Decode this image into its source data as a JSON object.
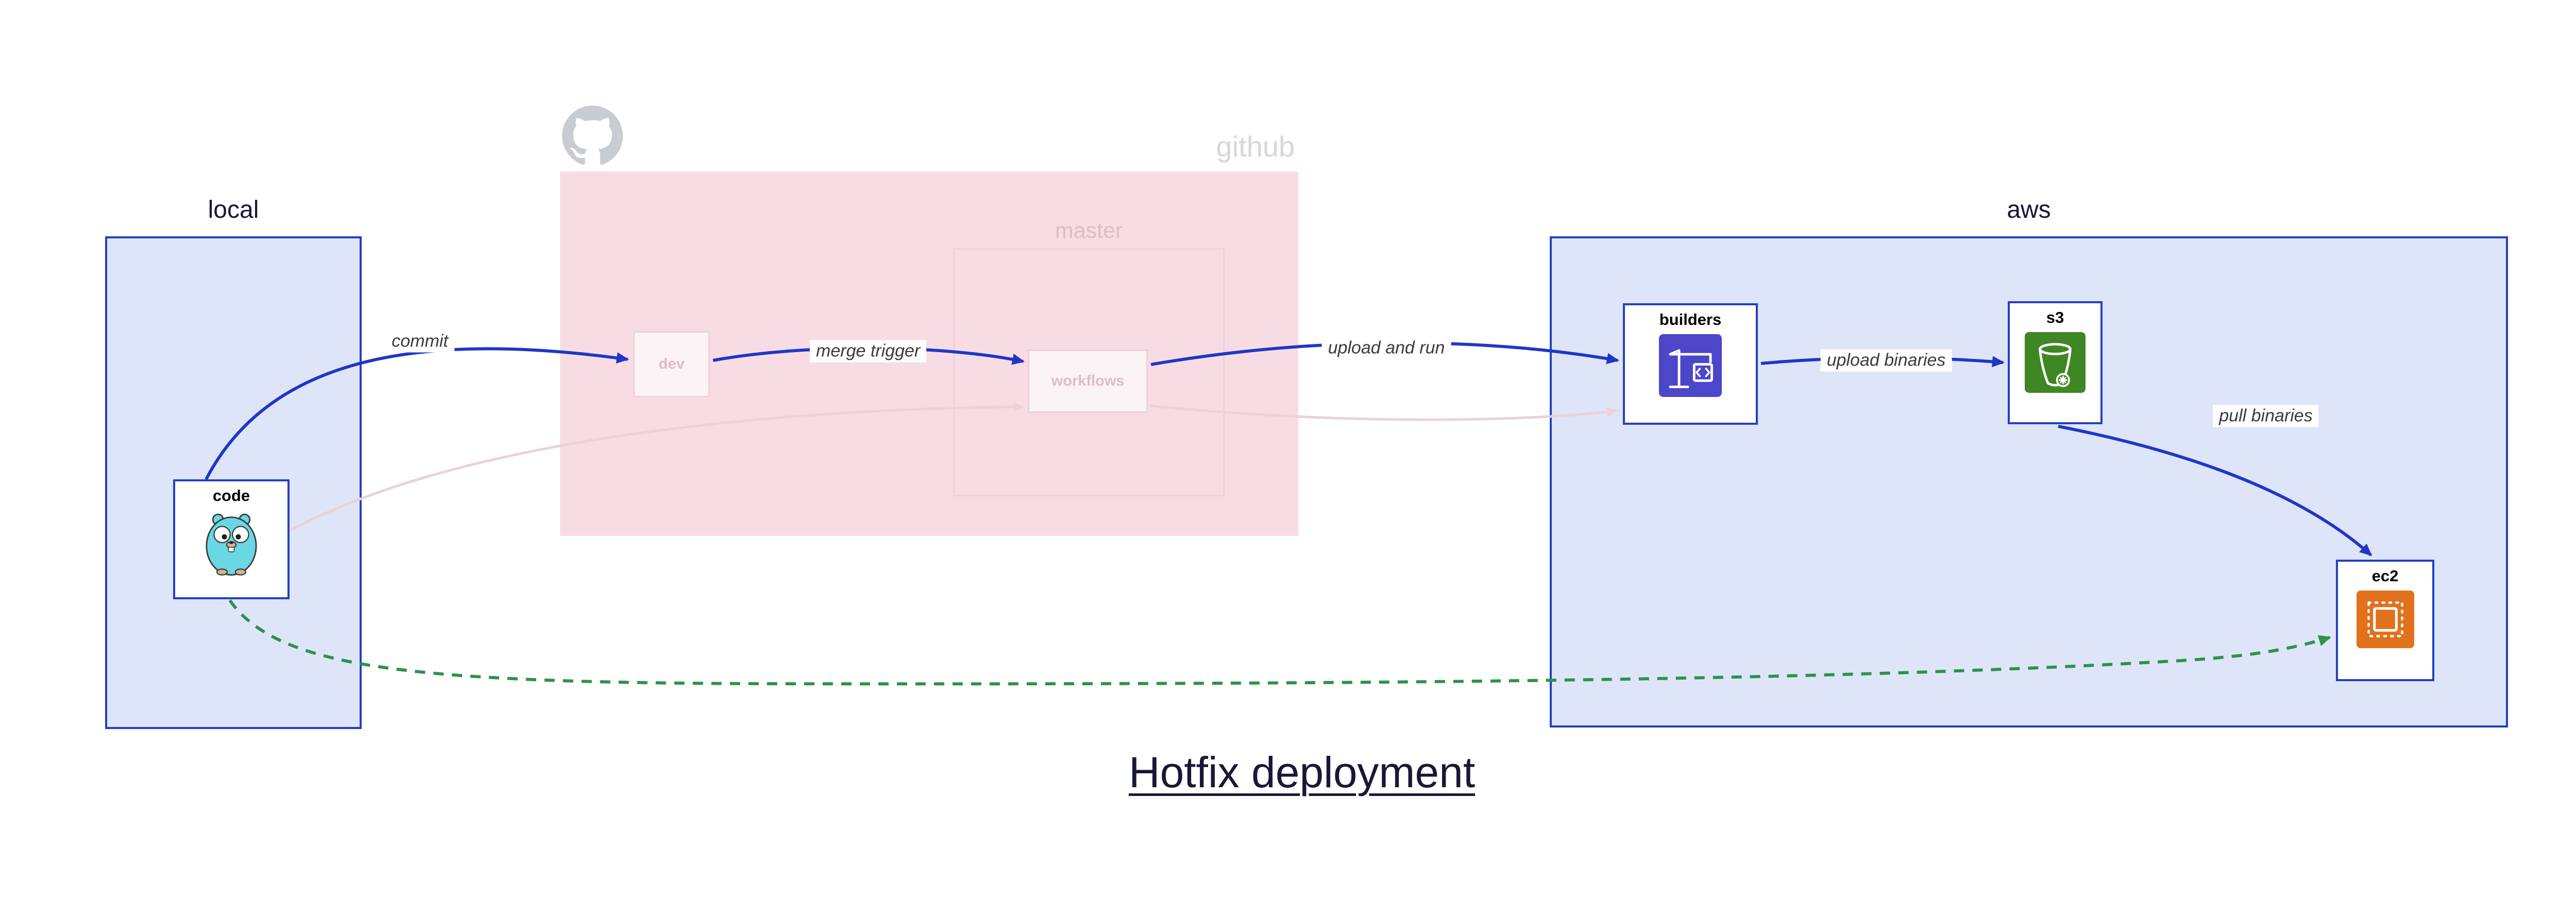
{
  "title": "Hotfix deployment",
  "containers": {
    "local": {
      "label": "local"
    },
    "github": {
      "label": "github"
    },
    "master": {
      "label": "master"
    },
    "aws": {
      "label": "aws"
    }
  },
  "nodes": {
    "code": {
      "label": "code",
      "icon": "gopher-icon"
    },
    "dev": {
      "label": "dev"
    },
    "workflows": {
      "label": "workflows"
    },
    "builders": {
      "label": "builders",
      "icon": "codebuild-crane-icon"
    },
    "s3": {
      "label": "s3",
      "icon": "s3-bucket-icon"
    },
    "ec2": {
      "label": "ec2",
      "icon": "ec2-chip-icon"
    }
  },
  "edges": {
    "commit": {
      "label": "commit",
      "style": "solid-blue"
    },
    "merge_trigger": {
      "label": "merge trigger",
      "style": "solid-blue"
    },
    "upload_and_run": {
      "label": "upload and run",
      "style": "solid-blue"
    },
    "upload_binaries": {
      "label": "upload binaries",
      "style": "solid-blue"
    },
    "pull_binaries": {
      "label": "pull binaries",
      "style": "solid-blue"
    },
    "hotfix_path": {
      "label": "",
      "style": "dashed-green"
    }
  },
  "colors": {
    "container_fill": "#dfe5f9",
    "container_border": "#2440c0",
    "github_fill": "#f7dde3",
    "faded_border": "#eed2d8",
    "faded_text": "#dfbcc4",
    "arrow_blue": "#1f36c7",
    "arrow_green": "#2e9248",
    "arrow_faded": "#e9d2d8",
    "gopher_teal": "#6ad7e5",
    "codebuild_purple": "#4c46c9",
    "s3_green": "#3f8624",
    "ec2_orange": "#e2711d",
    "github_gray": "#c9ccd0"
  }
}
